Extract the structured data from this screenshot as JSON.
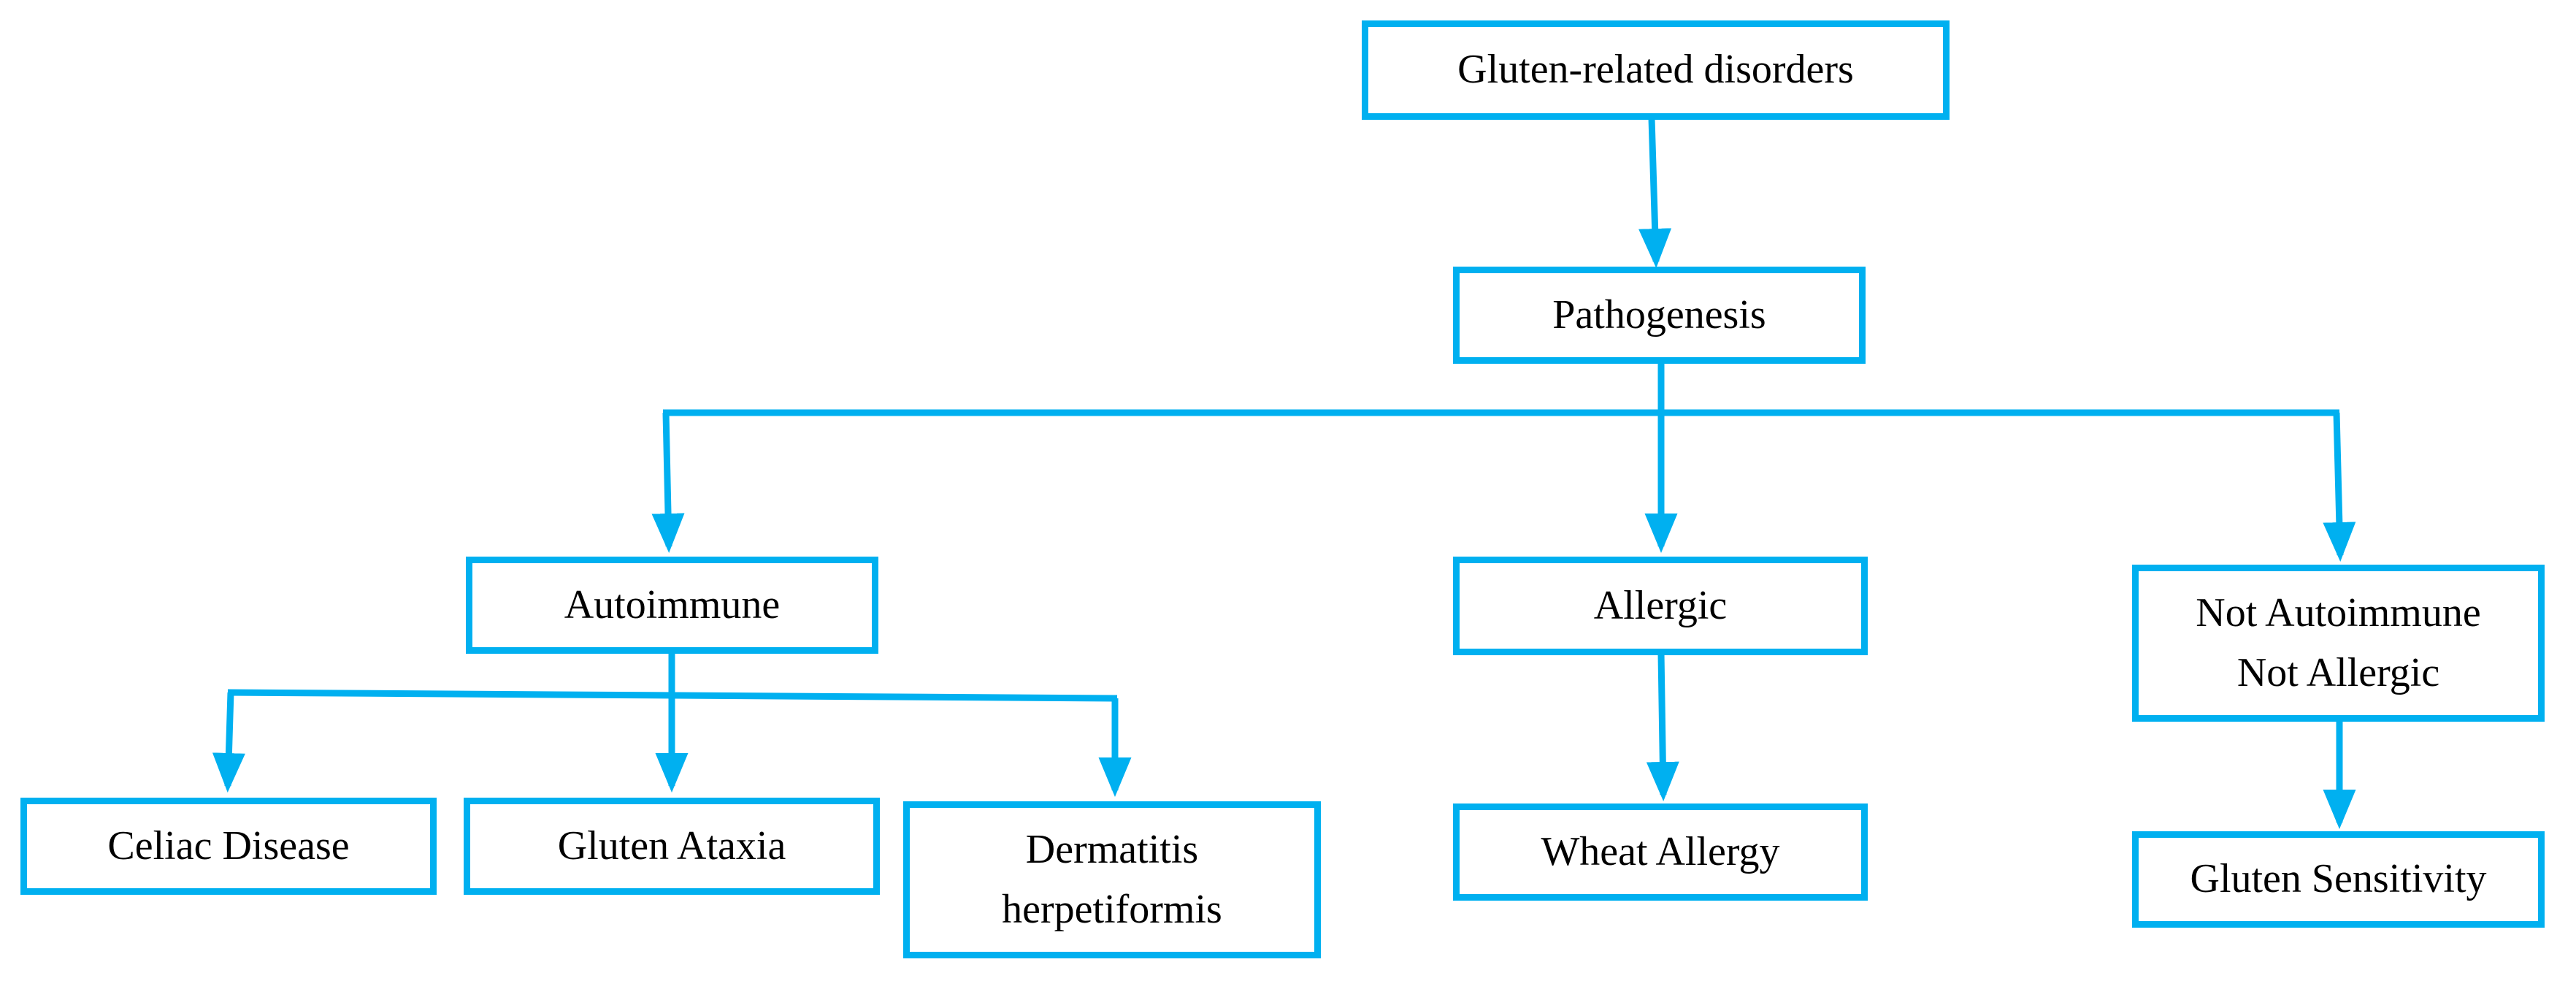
{
  "diagram": {
    "accent_color": "#00b0f0",
    "nodes": {
      "root": {
        "lines": [
          "Gluten-related disorders"
        ]
      },
      "pathogenesis": {
        "lines": [
          "Pathogenesis"
        ]
      },
      "autoimmune": {
        "lines": [
          "Autoimmune"
        ]
      },
      "allergic": {
        "lines": [
          "Allergic"
        ]
      },
      "not_autoimmune": {
        "lines": [
          "Not Autoimmune",
          "Not Allergic"
        ]
      },
      "celiac": {
        "lines": [
          "Celiac Disease"
        ]
      },
      "ataxia": {
        "lines": [
          "Gluten Ataxia"
        ]
      },
      "dermatitis": {
        "lines": [
          "Dermatitis",
          "herpetiformis"
        ]
      },
      "wheat": {
        "lines": [
          "Wheat Allergy"
        ]
      },
      "sensitivity": {
        "lines": [
          "Gluten Sensitivity"
        ]
      }
    },
    "edges": [
      [
        "root",
        "pathogenesis"
      ],
      [
        "pathogenesis",
        "autoimmune"
      ],
      [
        "pathogenesis",
        "allergic"
      ],
      [
        "pathogenesis",
        "not_autoimmune"
      ],
      [
        "autoimmune",
        "celiac"
      ],
      [
        "autoimmune",
        "ataxia"
      ],
      [
        "autoimmune",
        "dermatitis"
      ],
      [
        "allergic",
        "wheat"
      ],
      [
        "not_autoimmune",
        "sensitivity"
      ]
    ]
  }
}
